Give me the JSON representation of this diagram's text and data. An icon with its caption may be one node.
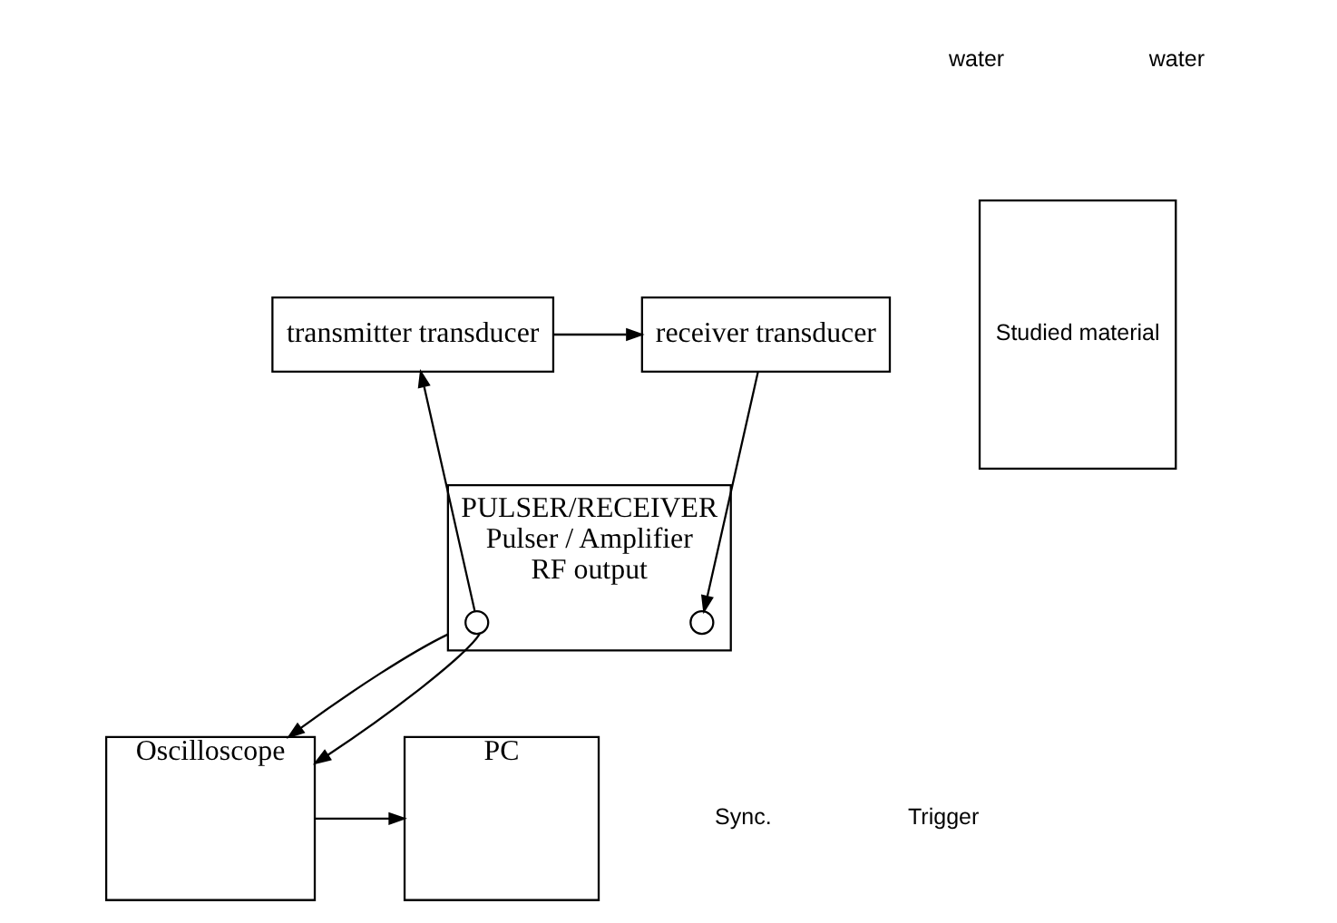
{
  "diagram": {
    "nodes": [
      {
        "text": [
          "Studied material"
        ]
      },
      {
        "text": [
          "transmitter transducer"
        ]
      },
      {
        "text": [
          "receiver transducer"
        ]
      },
      {
        "text": [
          "PULSER/RECEIVER",
          "Pulser / Amplifier",
          "RF output"
        ]
      },
      {
        "text": [],
        "shape": "circle",
        "in": 3
      },
      {
        "text": [],
        "shape": "circle",
        "in": 3
      },
      {
        "text": [
          "Oscilloscope"
        ]
      },
      {
        "text": [
          "PC"
        ]
      }
    ],
    "edges": [
      {
        "from": 4,
        "to": 1,
        "arrow": "to"
      },
      {
        "from": 1,
        "to": 2,
        "arrow": "to"
      },
      {
        "from": 2,
        "to": 5,
        "arrow": "to"
      },
      {
        "from": 3,
        "to": 6,
        "arrow": "to"
      },
      {
        "from": 4,
        "to": 6,
        "arrow": "to"
      },
      {
        "from": 6,
        "to": 7,
        "arrow": "to"
      }
    ],
    "labels": [
      "water",
      "water",
      "Sync.",
      "Trigger"
    ]
  }
}
